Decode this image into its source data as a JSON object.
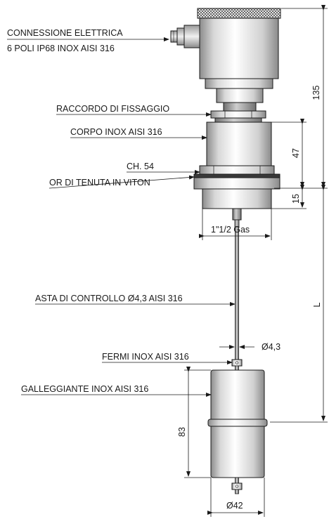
{
  "callouts": {
    "electrical_connection_line1": "CONNESSIONE ELETTRICA",
    "electrical_connection_line2": "6 POLI  IP68 INOX AISI 316",
    "fixing_fitting": "RACCORDO DI FISSAGGIO",
    "body": "CORPO INOX AISI 316",
    "hex": "CH. 54",
    "oring": "OR DI TENUTA IN VITON",
    "thread": "1\"1/2 Gas",
    "control_rod": "ASTA DI CONTROLLO Ø4,3 AISI 316",
    "stops": "FERMI INOX AISI 316",
    "float": "GALLEGGIANTE INOX AISI 316"
  },
  "dimensions": {
    "rod_diameter": "Ø4,3",
    "float_diameter": "Ø42",
    "head_height": "135",
    "body_height": "47",
    "flange_height": "15",
    "float_height": "83",
    "rod_length": "L"
  },
  "colors": {
    "outline": "#1a1a1a",
    "metal_light": "#f4f4f4",
    "metal_shade": "#9a9a9a"
  }
}
